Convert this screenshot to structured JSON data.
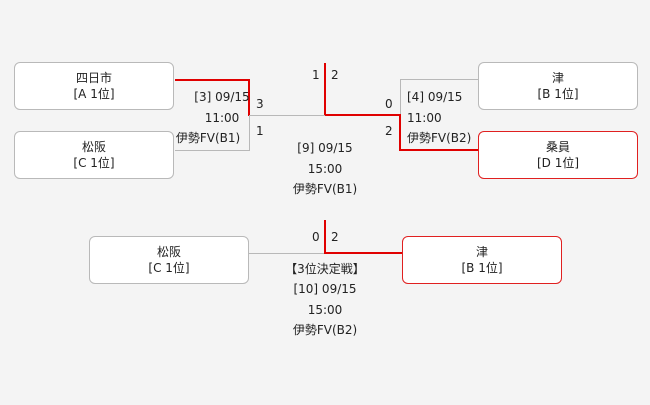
{
  "semifinal1": {
    "team_a": {
      "name": "四日市",
      "seed": "[A 1位]"
    },
    "team_b": {
      "name": "松阪",
      "seed": "[C 1位]"
    },
    "score_a": "3",
    "score_b": "1",
    "match": "[3] 09/15",
    "time": "11:00",
    "venue": "伊勢FV(B1)"
  },
  "semifinal2": {
    "team_a": {
      "name": "津",
      "seed": "[B 1位]"
    },
    "team_b": {
      "name": "桑員",
      "seed": "[D 1位]"
    },
    "score_a": "0",
    "score_b": "2",
    "match": "[4] 09/15",
    "time": "11:00",
    "venue": "伊勢FV(B2)"
  },
  "final": {
    "score_left": "1",
    "score_right": "2",
    "match": "[9] 09/15",
    "time": "15:00",
    "venue": "伊勢FV(B1)"
  },
  "third_place": {
    "team_left": {
      "name": "松阪",
      "seed": "[C 1位]"
    },
    "team_right": {
      "name": "津",
      "seed": "[B 1位]"
    },
    "score_left": "0",
    "score_right": "2",
    "title": "【3位決定戦】",
    "match": "[10] 09/15",
    "time": "15:00",
    "venue": "伊勢FV(B2)"
  }
}
